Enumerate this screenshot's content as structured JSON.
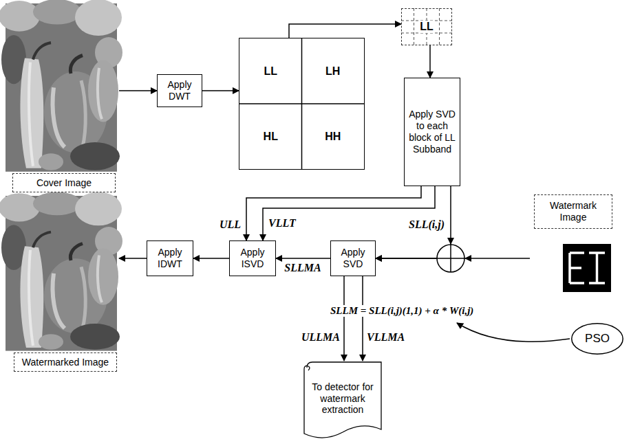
{
  "diagram": {
    "nodes": [
      {
        "text": [
          "Cover Image"
        ]
      },
      {
        "text": [
          "Apply DWT"
        ]
      },
      {
        "text": [
          "LL",
          "LH",
          "HL",
          "HH"
        ]
      },
      {
        "text": [
          "LL"
        ]
      },
      {
        "text": [
          "Apply SVD to each block of LL Subband"
        ]
      },
      {
        "text": [
          "Watermark Image"
        ]
      },
      {
        "text": [
          "Apply SVD"
        ]
      },
      {
        "text": [
          "Apply ISVD"
        ]
      },
      {
        "text": [
          "Apply IDWT"
        ]
      },
      {
        "text": [
          "Watermarked Image"
        ]
      },
      {
        "text": [
          "PSO"
        ]
      },
      {
        "text": [
          "To detector for watermark extraction"
        ]
      }
    ],
    "edges": [
      {
        "from": 0,
        "to": 1,
        "arrow": "to"
      },
      {
        "from": 1,
        "to": 2,
        "arrow": "to"
      },
      {
        "from": 2,
        "to": 3,
        "arrow": "to"
      },
      {
        "from": 3,
        "to": 4,
        "arrow": "to"
      },
      {
        "from": 4,
        "to": 7,
        "arrow": "to",
        "label": "ULL"
      },
      {
        "from": 4,
        "to": 7,
        "arrow": "to",
        "label": "VLLT"
      },
      {
        "from": 4,
        "to": 6,
        "arrow": "to",
        "label": "SLL(i,j)"
      },
      {
        "from": 5,
        "to": 6,
        "arrow": "to"
      },
      {
        "from": 6,
        "to": 7,
        "arrow": "to",
        "label": "SLLMA"
      },
      {
        "from": 7,
        "to": 8,
        "arrow": "to"
      },
      {
        "from": 8,
        "to": 9,
        "arrow": "to"
      },
      {
        "from": 6,
        "to": 11,
        "arrow": "to",
        "label": "ULLMA"
      },
      {
        "from": 6,
        "to": 11,
        "arrow": "to",
        "label": "VLLMA"
      }
    ],
    "labels": [
      "SLLM = SLL(i,j)(1,1) + α * W(i,j)"
    ]
  }
}
